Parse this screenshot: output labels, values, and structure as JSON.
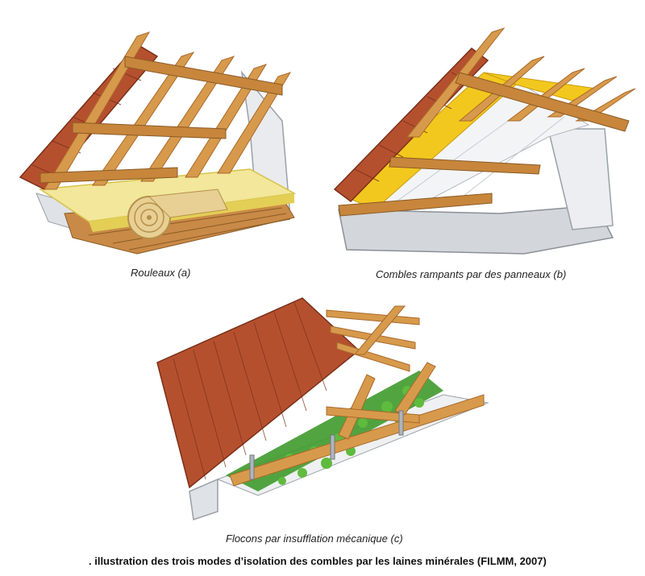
{
  "figures": [
    {
      "id": "a",
      "caption": "Rouleaux (a)"
    },
    {
      "id": "b",
      "caption": "Combles rampants par des panneaux (b)"
    },
    {
      "id": "c",
      "caption": "Flocons par insufflation mécanique (c)"
    }
  ],
  "figure_caption": ". illustration des trois modes d’isolation des combles par les laines minérales (FILMM, 2007)",
  "colors": {
    "tile": "#b5502f",
    "tile_dark": "#8a3a20",
    "timber": "#d79a4c",
    "timber_dark": "#a9692a",
    "insulation": "#f2e79a",
    "insulation_edge": "#e0c83a",
    "panel_yellow": "#f3c81e",
    "wall": "#e9ebee",
    "wall_edge": "#9aa0a8",
    "loose_fill": "#3f9a2c"
  }
}
